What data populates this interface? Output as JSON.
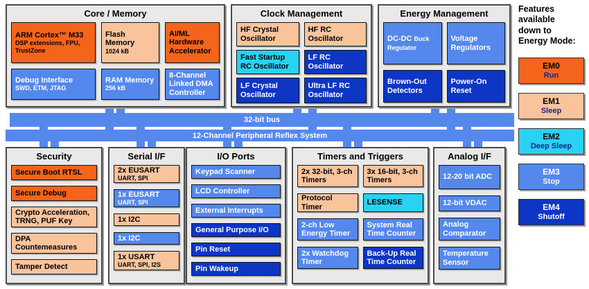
{
  "buses": [
    {
      "label": "32-bit bus"
    },
    {
      "label": "12-Channel Peripheral Reflex System"
    }
  ],
  "sections": {
    "core": {
      "title": "Core / Memory",
      "blocks": [
        {
          "title": "ARM Cortex™ M33",
          "sub": "DSP extensions, FPU, TrustZone"
        },
        {
          "title": "Flash Memory",
          "sub": "1024 kB"
        },
        {
          "title": "AI/ML Hardware Accelerator"
        },
        {
          "title": "Debug Interface",
          "sub": "SWD, ETM, JTAG"
        },
        {
          "title": "RAM Memory",
          "sub": "256 kB"
        },
        {
          "title": "8-Channel Linked DMA Controller"
        }
      ]
    },
    "clock": {
      "title": "Clock Management",
      "blocks": [
        {
          "title": "HF Crystal Oscillator"
        },
        {
          "title": "HF RC Oscillator"
        },
        {
          "title": "Fast Startup RC Oscillator"
        },
        {
          "title": "LF RC Oscillator"
        },
        {
          "title": "LF Crystal Oscillator"
        },
        {
          "title": "Ultra LF RC Oscillator"
        }
      ]
    },
    "energy": {
      "title": "Energy Management",
      "blocks": [
        {
          "title": "DC-DC",
          "sub": "Buck Regulator"
        },
        {
          "title": "Voltage Regulators"
        },
        {
          "title": "Brown-Out Detectors"
        },
        {
          "title": "Power-On Reset"
        }
      ]
    },
    "security": {
      "title": "Security",
      "blocks": [
        {
          "title": "Secure Boot RTSL"
        },
        {
          "title": "Secure Debug"
        },
        {
          "title": "Crypto Acceleration, TRNG, PUF Key"
        },
        {
          "title": "DPA Countemeasures"
        },
        {
          "title": "Tamper Detect"
        }
      ]
    },
    "serial": {
      "title": "Serial I/F",
      "blocks": [
        {
          "title": "2x EUSART",
          "sub": "UART, SPI"
        },
        {
          "title": "1x EUSART",
          "sub": "UART, SPI"
        },
        {
          "title": "1x I2C"
        },
        {
          "title": "1x I2C"
        },
        {
          "title": "1x USART",
          "sub": "UART, SPI, I2S"
        }
      ]
    },
    "io": {
      "title": "I/O Ports",
      "blocks": [
        {
          "title": "Keypad Scanner"
        },
        {
          "title": "LCD Controller"
        },
        {
          "title": "External Interrupts"
        },
        {
          "title": "General Purpose I/O"
        },
        {
          "title": "Pin Reset"
        },
        {
          "title": "Pin Wakeup"
        }
      ]
    },
    "timers": {
      "title": "Timers and Triggers",
      "blocks": [
        {
          "title": "2x 32-bit, 3-ch Timers"
        },
        {
          "title": "3x 16-bit, 3-ch Timers"
        },
        {
          "title": "Protocol Timer"
        },
        {
          "title": "LESENSE"
        },
        {
          "title": "2-ch Low Energy Timer"
        },
        {
          "title": "System Real Time Counter"
        },
        {
          "title": "2x Watchdog Timer"
        },
        {
          "title": "Back-Up Real Time Counter"
        }
      ]
    },
    "analog": {
      "title": "Analog I/F",
      "blocks": [
        {
          "title": "12-20 bit ADC"
        },
        {
          "title": "12-bit VDAC"
        },
        {
          "title": "Analog Comparator"
        },
        {
          "title": "Temperature Sensor"
        }
      ]
    }
  },
  "legend": {
    "heading_lines": [
      "Features",
      "available",
      "down to",
      "Energy Mode:"
    ],
    "modes": [
      {
        "id": "EM0",
        "label": "Run"
      },
      {
        "id": "EM1",
        "label": "Sleep"
      },
      {
        "id": "EM2",
        "label": "Deep Sleep"
      },
      {
        "id": "EM3",
        "label": "Stop"
      },
      {
        "id": "EM4",
        "label": "Shutoff"
      }
    ]
  },
  "colors": {
    "orange": "#F4641A",
    "peach": "#F9C49C",
    "cyan": "#2AD2F2",
    "blue": "#5488EC",
    "navy": "#0D36C4",
    "section_bg": "#E9E9E9"
  }
}
